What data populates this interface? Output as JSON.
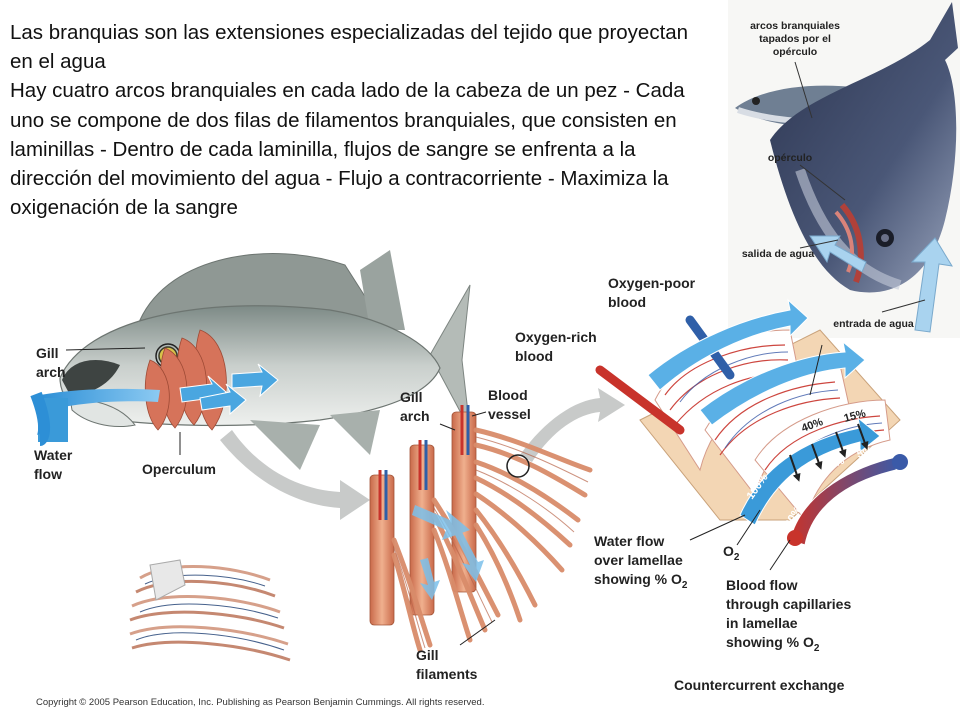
{
  "intro": {
    "para1": "Las branquias son las extensiones especializadas del tejido que proyectan en el agua",
    "para2": "Hay cuatro arcos branquiales en cada lado de la cabeza de un pez - Cada uno se compone de dos filas de filamentos branquiales, que consisten en laminillas - Dentro de cada laminilla, flujos de sangre se enfrenta a la dirección del movimiento del agua - Flujo a contracorriente - Maximiza la oxigenación de la sangre"
  },
  "photo_labels": {
    "arcos": "arcos branquiales tapados por el opérculo",
    "operculo": "opérculo",
    "salida": "salida de agua",
    "entrada": "entrada de agua"
  },
  "fish_labels": {
    "gill_arch_1": "Gill",
    "gill_arch_2": "arch",
    "water_1": "Water",
    "water_2": "flow",
    "operculum": "Operculum"
  },
  "filament_labels": {
    "gill_arch_1": "Gill",
    "gill_arch_2": "arch",
    "blood_1": "Blood",
    "blood_2": "vessel",
    "filaments_1": "Gill",
    "filaments_2": "filaments"
  },
  "lamella_labels": {
    "oxy_poor_1": "Oxygen-poor",
    "oxy_poor_2": "blood",
    "oxy_rich_1": "Oxygen-rich",
    "oxy_rich_2": "blood",
    "water_flow_1": "Water flow",
    "water_flow_2": "over lamellae",
    "water_flow_3": "showing % O",
    "o2": "O",
    "o2_sub": "2",
    "blood_flow_1": "Blood flow",
    "blood_flow_2": "through capillaries",
    "blood_flow_3": "in lamellae",
    "blood_flow_4": "showing % O",
    "sub2": "2"
  },
  "water_percents": [
    "100%",
    "70%",
    "40%",
    "15%"
  ],
  "blood_percents": [
    "90%",
    "60%",
    "30%",
    "5%"
  ],
  "caption": "Countercurrent exchange",
  "copyright": "Copyright © 2005 Pearson Education, Inc. Publishing as Pearson Benjamin Cummings. All rights reserved.",
  "colors": {
    "water": "#3a9ad9",
    "blood_red": "#c8332b",
    "blood_blue": "#2f5fa8",
    "tissue": "#e8a07a"
  }
}
